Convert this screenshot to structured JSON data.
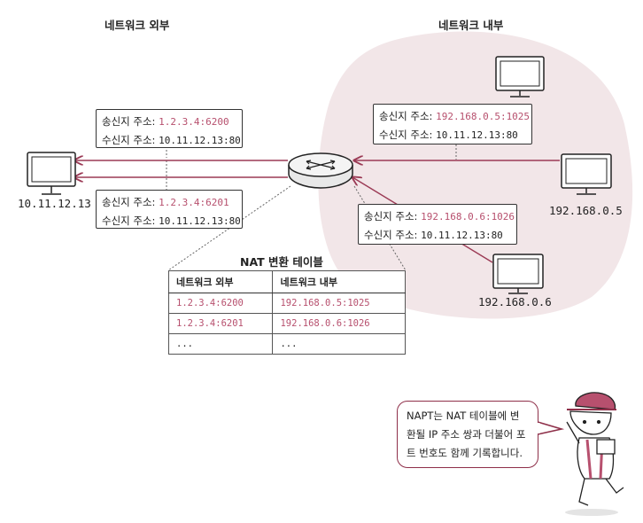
{
  "headings": {
    "outside": "네트워크 외부",
    "inside": "네트워크 내부",
    "nat_table_title": "NAT 변환 테이블"
  },
  "hosts": {
    "external": "10.11.12.13",
    "internal_a": "192.168.0.5",
    "internal_b": "192.168.0.6"
  },
  "packets": {
    "outside_top": {
      "src_label": "송신지 주소:",
      "src_value": "1.2.3.4:6200",
      "dst_label": "수신지 주소:",
      "dst_value": "10.11.12.13:80"
    },
    "outside_bottom": {
      "src_label": "송신지 주소:",
      "src_value": "1.2.3.4:6201",
      "dst_label": "수신지 주소:",
      "dst_value": "10.11.12.13:80"
    },
    "inside_a": {
      "src_label": "송신지 주소:",
      "src_value": "192.168.0.5:1025",
      "dst_label": "수신지 주소:",
      "dst_value": "10.11.12.13:80"
    },
    "inside_b": {
      "src_label": "송신지 주소:",
      "src_value": "192.168.0.6:1026",
      "dst_label": "수신지 주소:",
      "dst_value": "10.11.12.13:80"
    }
  },
  "nat_table": {
    "headers": [
      "네트워크 외부",
      "네트워크 내부"
    ],
    "rows": [
      [
        "1.2.3.4:6200",
        "192.168.0.5:1025"
      ],
      [
        "1.2.3.4:6201",
        "192.168.0.6:1026"
      ],
      [
        "...",
        "..."
      ]
    ]
  },
  "callout": {
    "text": "NAPT는 NAT 테이블에 변환될 IP 주소 쌍과 더불어 포트 번호도 함께 기록합니다."
  },
  "colors": {
    "accent": "#b7506e",
    "inside_area": "#f2e6e8",
    "arrow": "#9b3a55",
    "bubble_border": "#8e2f49"
  }
}
